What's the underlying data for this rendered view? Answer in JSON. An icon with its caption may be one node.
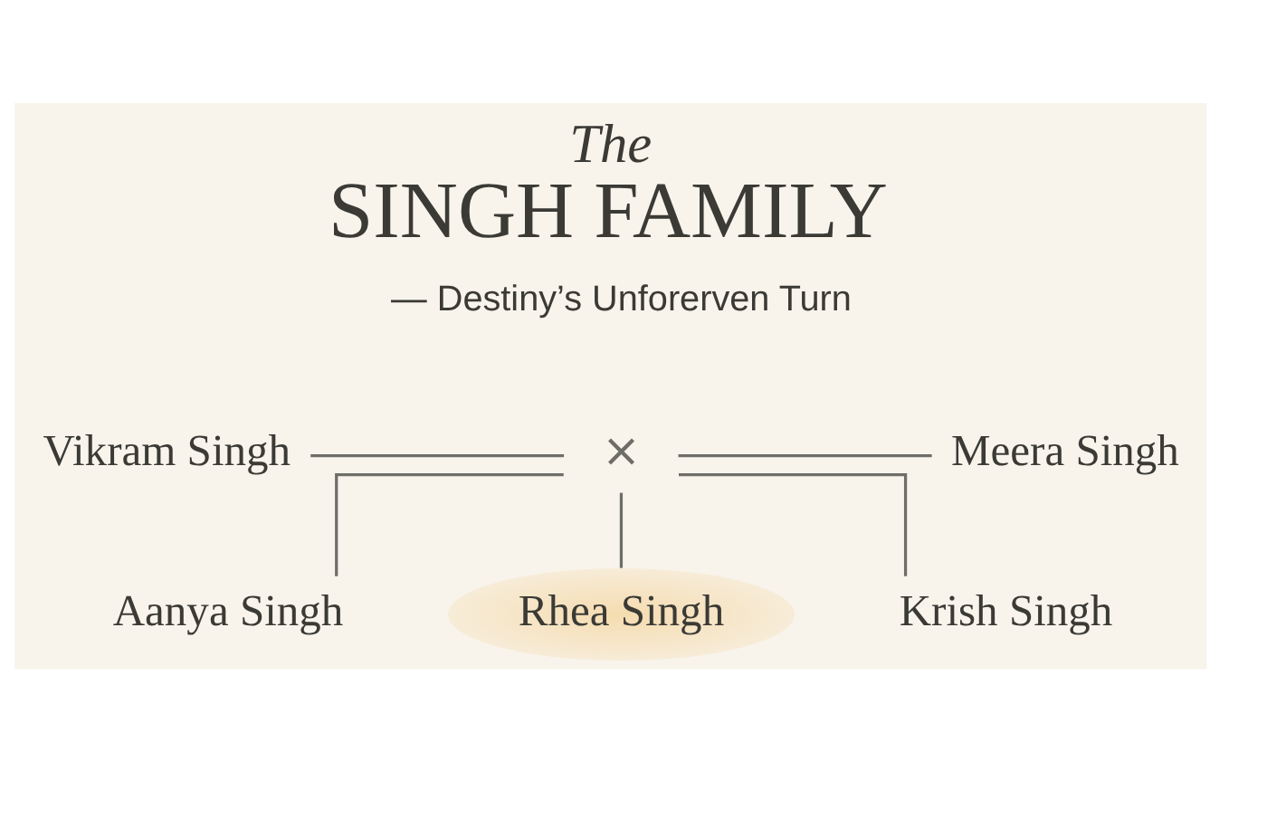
{
  "diagram": {
    "title": "The SINGH FAMILY",
    "nodes": [
      {
        "text": [
          "Vikram Singh"
        ]
      },
      {
        "text": [
          "Meera Singh"
        ]
      },
      {
        "text": [
          "×"
        ]
      },
      {
        "text": [
          "Aanya Singh"
        ]
      },
      {
        "text": [
          "Rhea Singh"
        ]
      },
      {
        "text": [
          "Krish Singh"
        ]
      }
    ],
    "edges": [
      {
        "from": 0,
        "to": 2,
        "arrow": "none"
      },
      {
        "from": 2,
        "to": 1,
        "arrow": "none"
      },
      {
        "from": 2,
        "to": 3,
        "arrow": "none"
      },
      {
        "from": 2,
        "to": 4,
        "arrow": "none"
      },
      {
        "from": 2,
        "to": 5,
        "arrow": "none"
      }
    ],
    "labels": [
      "— Destiny’s Unforerven Turn"
    ]
  }
}
